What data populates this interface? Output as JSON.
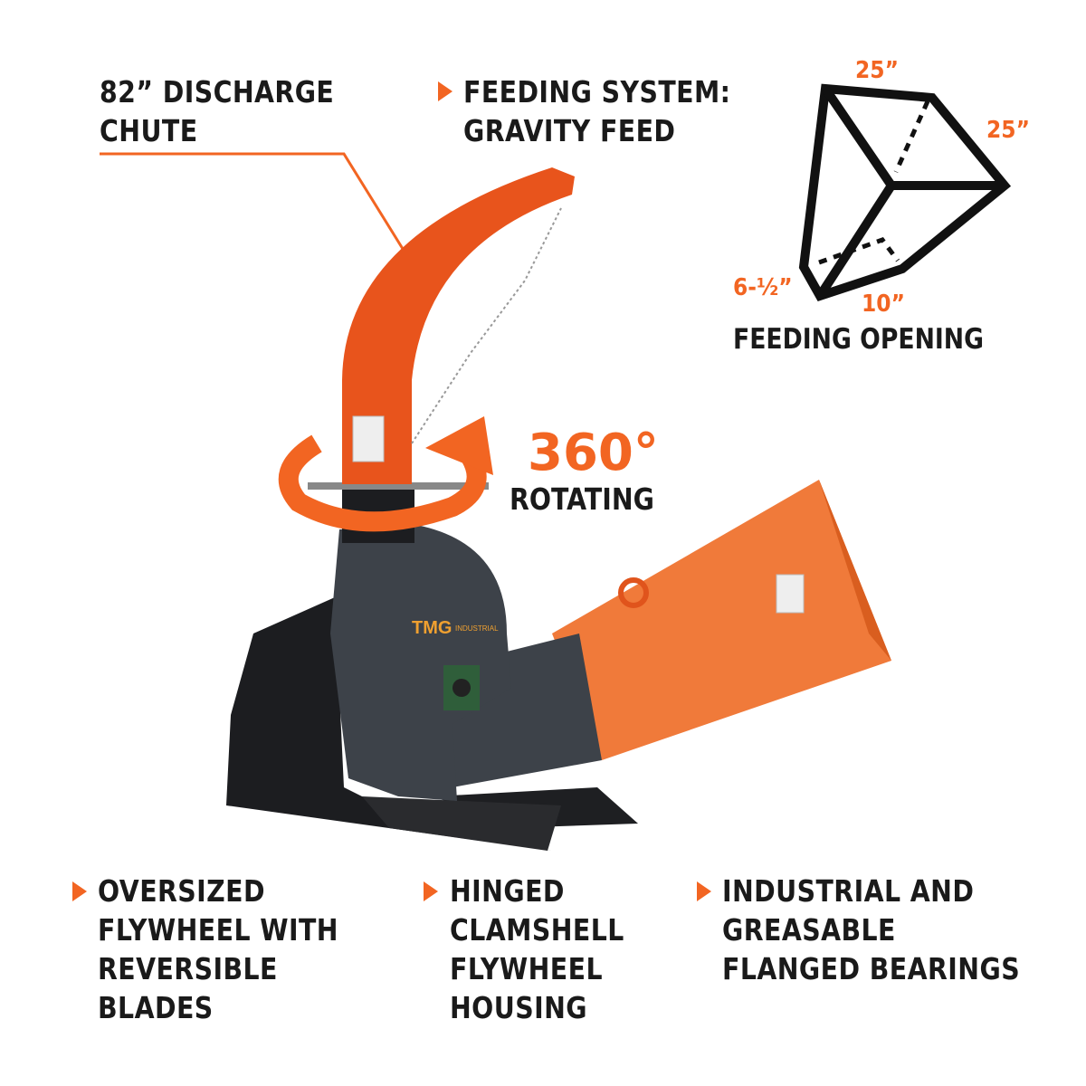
{
  "callouts": {
    "discharge_chute": [
      "82” DISCHARGE",
      "CHUTE"
    ],
    "feeding_system": [
      "FEEDING SYSTEM:",
      "GRAVITY FEED"
    ],
    "flywheel": [
      "OVERSIZED",
      "FLYWHEEL WITH",
      "REVERSIBLE",
      "BLADES"
    ],
    "housing": [
      "HINGED",
      "CLAMSHELL",
      "FLYWHEEL",
      "HOUSING"
    ],
    "bearings": [
      "INDUSTRIAL AND",
      "GREASABLE",
      "FLANGED BEARINGS"
    ]
  },
  "rotation": {
    "value": "360°",
    "label": "ROTATING"
  },
  "feeding_opening": {
    "title": "FEEDING OPENING",
    "top_width": "25”",
    "side_length": "25”",
    "opening_height": "6-½”",
    "opening_width": "10”"
  },
  "brand": {
    "logo": "TMG INDUSTRIAL"
  },
  "colors": {
    "accent": "#f26522",
    "text": "#1a1a1a",
    "machine_orange": "#e8541c",
    "housing_grey": "#3d4249"
  }
}
